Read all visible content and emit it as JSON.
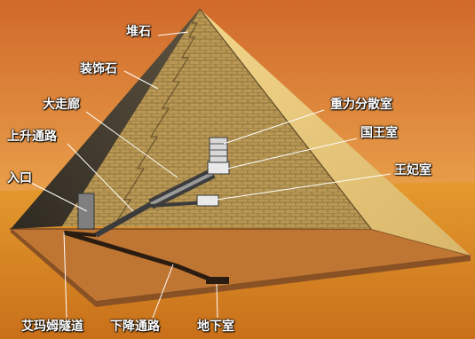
{
  "labels": {
    "capstone": "堆石",
    "casing_stones": "装饰石",
    "grand_gallery": "大走廊",
    "ascending_passage": "上升通路",
    "entrance": "入口",
    "relieving_chambers": "重力分散室",
    "kings_chamber": "国王室",
    "queens_chamber": "王妃室",
    "al_mamun_tunnel": "艾玛姆隧道",
    "descending_passage": "下降通路",
    "subterranean_chamber": "地下室"
  },
  "colors": {
    "sky_top": "#d9742a",
    "sky_bottom": "#f1b560",
    "desert": "#d8821c",
    "stone_light": "#d9ba6c",
    "stone_dark": "#6e5a3a",
    "label_text": "#ffffff",
    "leader_line": "#ffffff"
  }
}
